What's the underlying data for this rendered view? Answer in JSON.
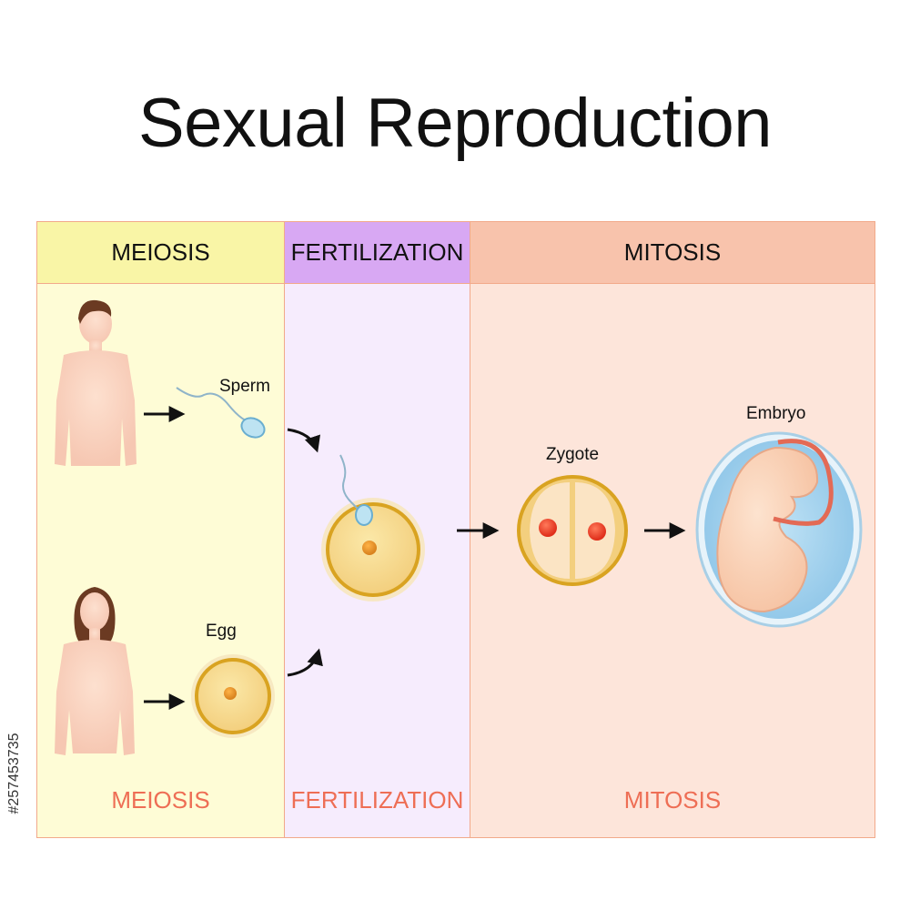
{
  "title": "Sexual Reproduction",
  "panels": {
    "meiosis": {
      "header": "MEIOSIS",
      "footer": "MEIOSIS"
    },
    "fertilization": {
      "header": "FERTILIZATION",
      "footer": "FERTILIZATION"
    },
    "mitosis": {
      "header": "MITOSIS",
      "footer": "MITOSIS"
    }
  },
  "labels": {
    "sperm": "Sperm",
    "egg": "Egg",
    "zygote": "Zygote",
    "embryo": "Embryo"
  },
  "watermark_id": "#257453735",
  "colors": {
    "meiosis_bg": "#fefcd6",
    "meiosis_header": "#f9f5a6",
    "fertilization_bg": "#f6ecfd",
    "fertilization_header": "#d8a8f3",
    "mitosis_bg": "#fde5da",
    "mitosis_header": "#f8c3ac",
    "footer_text": "#ee6e55",
    "border": "#f2a98a"
  },
  "icons": [
    "male-body-icon",
    "female-body-icon",
    "sperm-icon",
    "egg-cell-icon",
    "fertilized-egg-icon",
    "zygote-icon",
    "embryo-icon",
    "arrow-icon"
  ]
}
